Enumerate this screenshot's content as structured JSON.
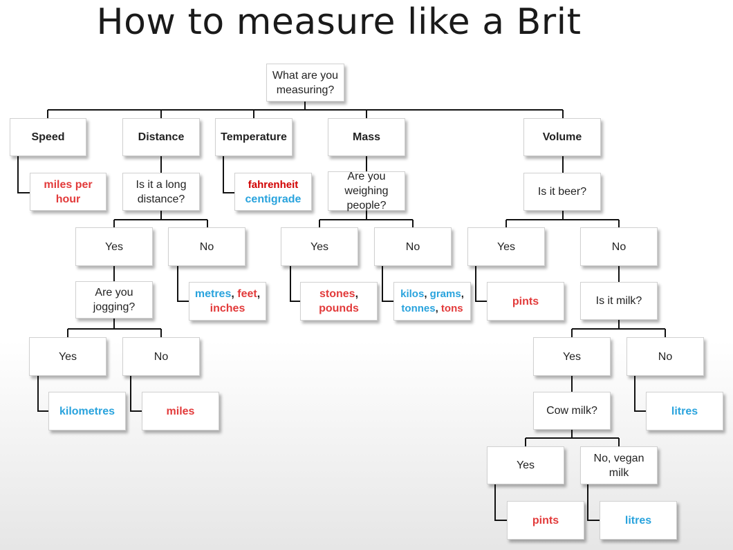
{
  "title": "How to measure like a Brit",
  "nodes": {
    "root": "What are you measuring?",
    "speed": "Speed",
    "distance": "Distance",
    "temperature": "Temperature",
    "mass": "Mass",
    "volume": "Volume",
    "speed_unit": "miles per hour",
    "long_distance_q": "Is it a long distance?",
    "temp_unit_1": "fahrenheit",
    "temp_unit_2": "centigrade",
    "weighing_people_q": "Are you weighing people?",
    "beer_q": "Is it beer?",
    "dist_yes": "Yes",
    "dist_no": "No",
    "dist_no_units": {
      "a": "metres",
      "b": "feet",
      "c": "inches"
    },
    "jogging_q": "Are you jogging?",
    "jog_yes": "Yes",
    "jog_no": "No",
    "jog_yes_unit": "kilometres",
    "jog_no_unit": "miles",
    "mass_yes": "Yes",
    "mass_no": "No",
    "mass_yes_units": {
      "a": "stones",
      "b": "pounds"
    },
    "mass_no_units": {
      "a": "kilos",
      "b": "grams",
      "c": "tonnes",
      "d": "tons"
    },
    "beer_yes": "Yes",
    "beer_no": "No",
    "beer_yes_unit": "pints",
    "milk_q": "Is it milk?",
    "milk_yes": "Yes",
    "milk_no": "No",
    "milk_no_unit": "litres",
    "cow_q": "Cow milk?",
    "cow_yes": "Yes",
    "cow_no": "No, vegan milk",
    "cow_yes_unit": "pints",
    "cow_no_unit": "litres"
  },
  "colors": {
    "imperial": "#e23a3a",
    "metric": "#29a3dd"
  }
}
